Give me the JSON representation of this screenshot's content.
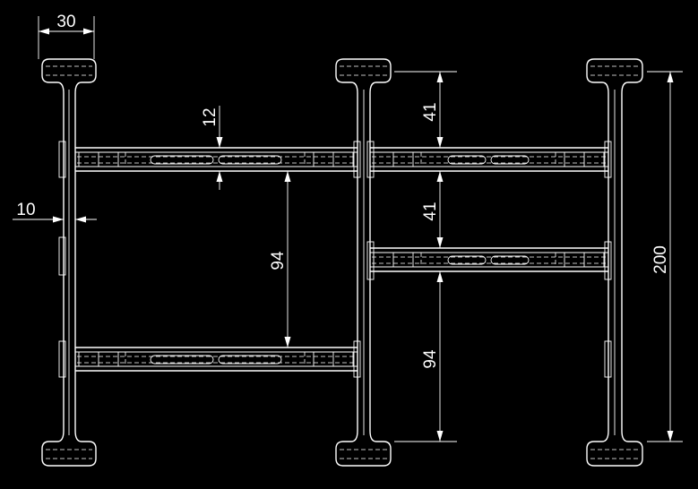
{
  "dimensions": {
    "flange_width": "30",
    "web_thickness": "10",
    "rail_thickness": "12",
    "left_rail_spacing": "94",
    "upper_gap": "41",
    "middle_gap": "41",
    "lower_rail_spacing": "94",
    "overall_height": "200"
  },
  "colors": {
    "background": "#000000",
    "line": "#ffffff"
  }
}
